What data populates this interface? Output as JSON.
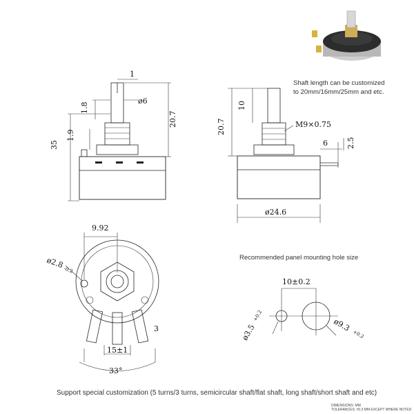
{
  "notes": {
    "shaft_line1": "Shaft length can be customized",
    "shaft_line2": "to 20mm/16mm/25mm and etc.",
    "panel_hole": "Recommended panel mounting hole size",
    "customization": "Support special customization (5 turns/3 turns, semicircular shaft/flat shaft, long shaft/short shaft and etc)",
    "dims_line1": "DIMENSIONS: MM",
    "dims_line2": "TOLERANCES: ±0.3 MM EXCEPT WHERE NOTED"
  },
  "front_view": {
    "dim_slot_width": "1",
    "dim_shaft_dia": "ø6",
    "dim_slot_depth": "1.8",
    "dim_total_height": "20.7",
    "dim_pin_height": "1.9",
    "dim_overall_height": "35"
  },
  "side_view": {
    "dim_shaft_len": "10",
    "dim_height": "20.7",
    "dim_thread": "M9×0.75",
    "dim_terminal_len": "6",
    "dim_terminal_offset": "2.5",
    "dim_body_dia": "ø24.6"
  },
  "bottom_view": {
    "dim_offset": "9.92",
    "dim_pin_hole_main": "ø2.8",
    "dim_pin_hole_tol": "-0.2",
    "dim_terminal_width": "3",
    "dim_terminal_spacing": "15±1",
    "dim_angle": "33°"
  },
  "panel_hole": {
    "dim_spacing": "10±0.2",
    "dim_small_hole": "ø3.5",
    "dim_small_tol": "+0.2",
    "dim_large_hole": "ø9.3",
    "dim_large_tol": "+0.2"
  }
}
